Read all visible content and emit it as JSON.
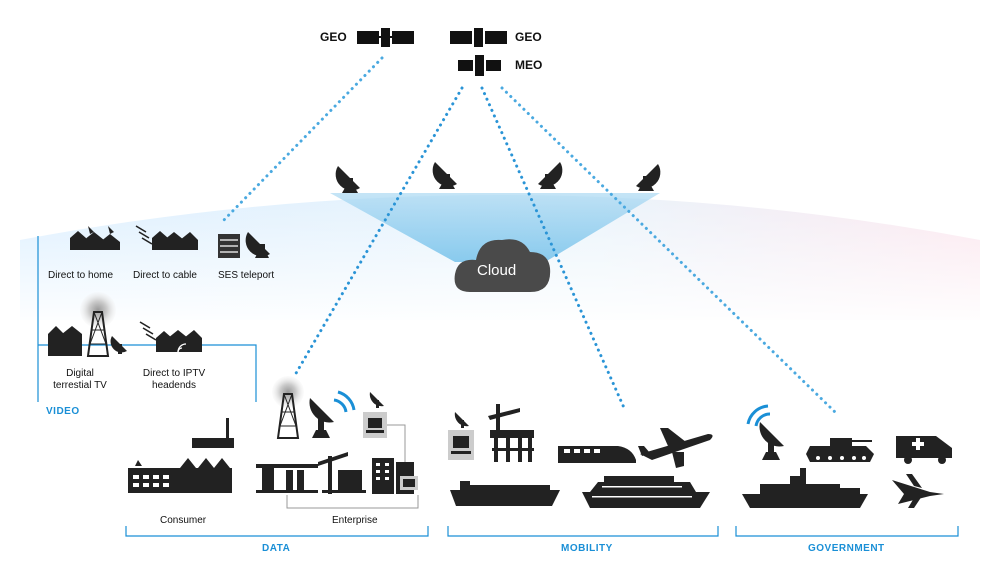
{
  "satellites": {
    "geo_left": "GEO",
    "geo_right": "GEO",
    "meo": "MEO"
  },
  "cloud": {
    "label": "Cloud"
  },
  "video": {
    "section_label": "VIDEO",
    "items": [
      {
        "label": "Direct to home",
        "icon": "houses-dish-icon"
      },
      {
        "label": "Direct to cable",
        "icon": "cable-houses-icon"
      },
      {
        "label": "SES teleport",
        "icon": "teleport-icon"
      },
      {
        "label_line1": "Digital",
        "label_line2": "terrestial TV",
        "icon": "broadcast-tower-icon"
      },
      {
        "label_line1": "Direct to IPTV",
        "label_line2": "headends",
        "icon": "iptv-icon"
      }
    ]
  },
  "data": {
    "section_label": "DATA",
    "consumer_label": "Consumer",
    "enterprise_label": "Enterprise"
  },
  "mobility": {
    "section_label": "MOBILITY"
  },
  "government": {
    "section_label": "GOVERNMENT"
  },
  "colors": {
    "accent": "#1a8fd6",
    "beam": "#bfe3f5",
    "icon": "#222222",
    "arc_right": "#f5dde8"
  }
}
